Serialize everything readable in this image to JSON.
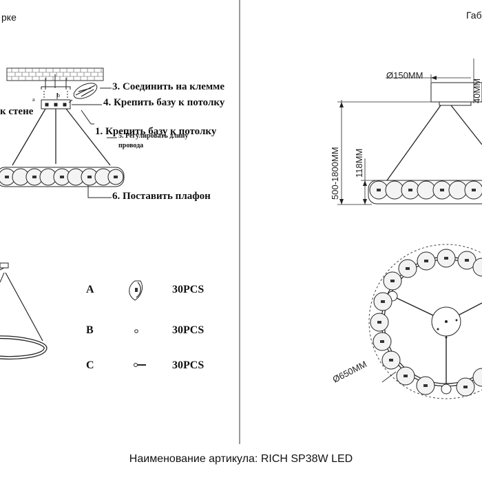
{
  "header": {
    "left_title": "рке",
    "right_title": "Габ"
  },
  "steps": {
    "s3": "3. Соединить на клемме",
    "s4": "4. Крепить базу к потолку",
    "wall": "к стене",
    "s1": "1. Крепить базу к потолку",
    "s5_line1": "5. Регулировать длину",
    "s5_line2": "провода",
    "s6": "6. Поставить плафон",
    "small_a": "a",
    "small_b": "b"
  },
  "parts": [
    {
      "letter": "A",
      "qty": "30PCS",
      "icon": "crystal-clip-icon"
    },
    {
      "letter": "B",
      "qty": "30PCS",
      "icon": "small-ring-icon"
    },
    {
      "letter": "C",
      "qty": "30PCS",
      "icon": "pin-icon"
    }
  ],
  "dimensions": {
    "canopy": "Ø150MM",
    "canopy_height": "40MM",
    "suspension": "500-1800MM",
    "ring_height": "118MM",
    "diameter": "Ø650MM"
  },
  "footer": "Наименование артикула: RICH SP38W LED"
}
